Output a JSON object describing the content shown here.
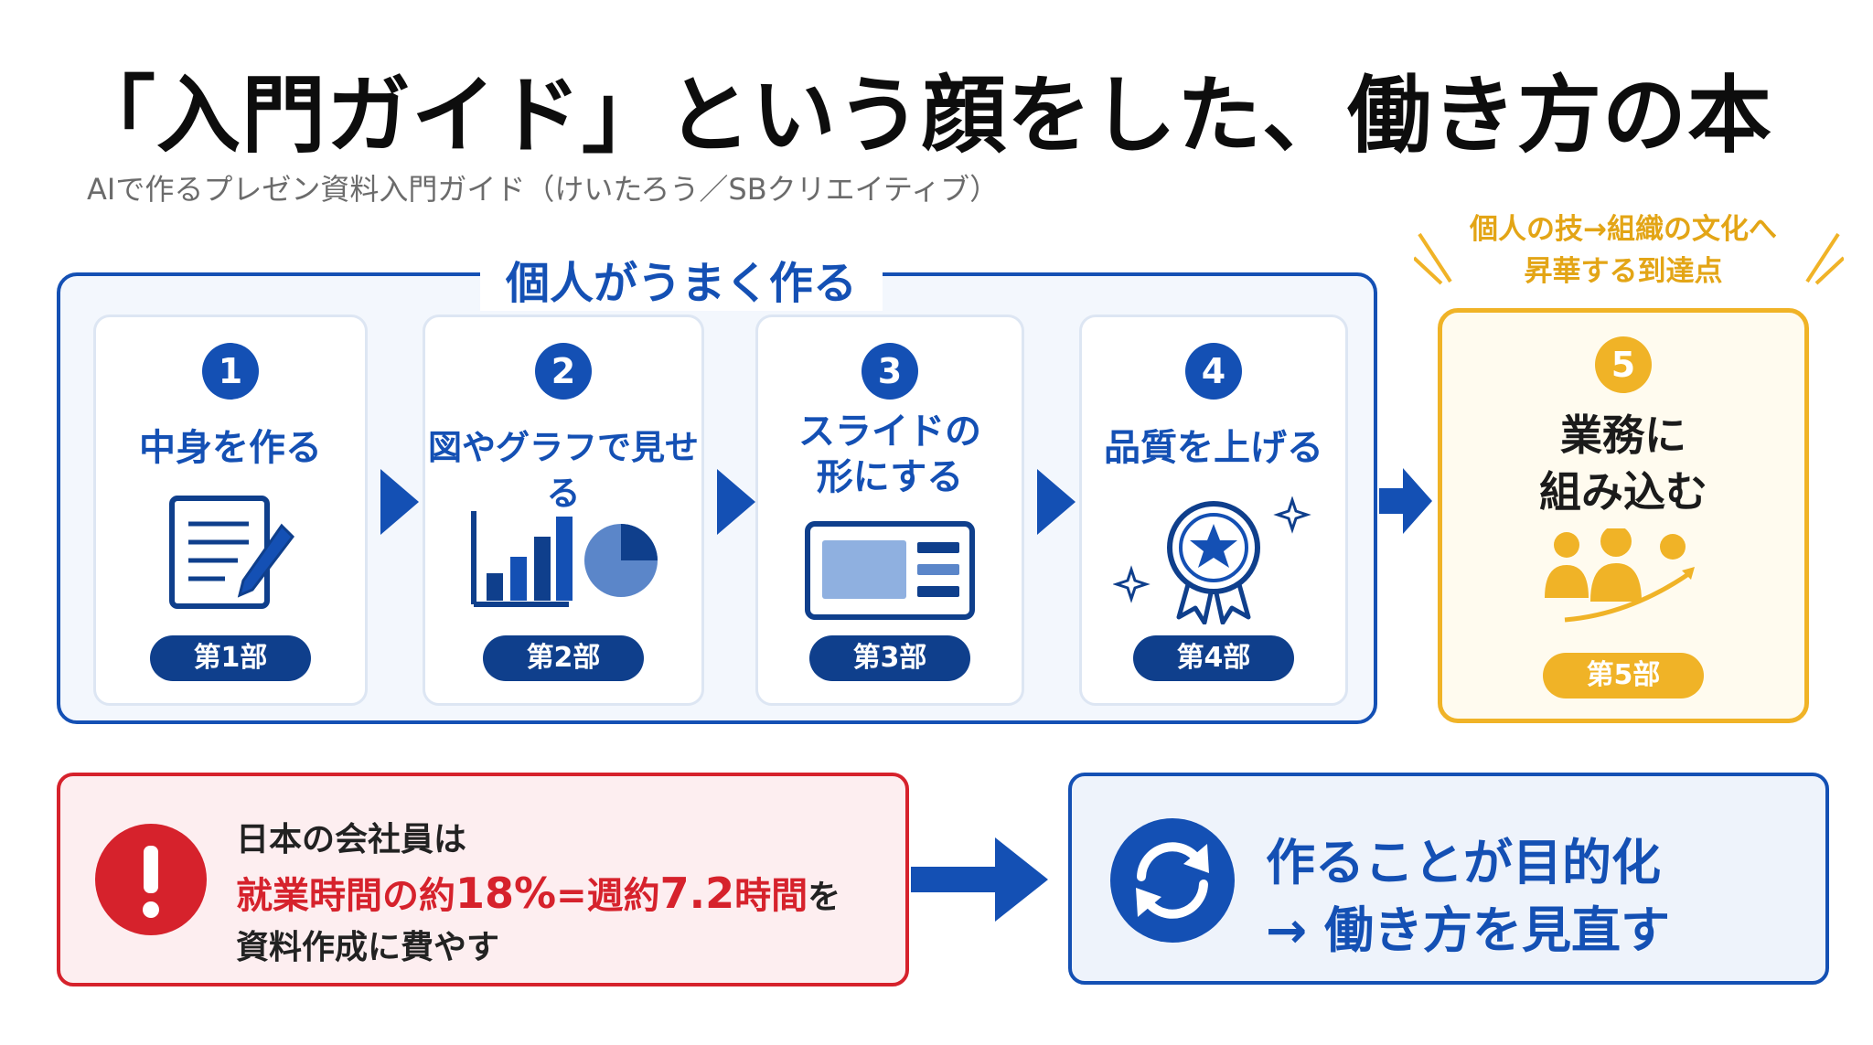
{
  "title": "「入門ガイド」という顔をした、働き方の本",
  "subtitle": "AIで作るプレゼン資料入門ガイド（けいたろう／SBクリエイティブ）",
  "group_label": "個人がうまく作る",
  "steps": [
    {
      "number": "1",
      "title": "中身を作る",
      "icon": "document-pen-icon",
      "badge": "第1部"
    },
    {
      "number": "2",
      "title": "図やグラフで見せる",
      "icon": "bar-pie-chart-icon",
      "badge": "第2部"
    },
    {
      "number": "3",
      "title_line1": "スライドの",
      "title_line2": "形にする",
      "icon": "slide-layout-icon",
      "badge": "第3部"
    },
    {
      "number": "4",
      "title": "品質を上げる",
      "icon": "award-ribbon-icon",
      "badge": "第4部"
    }
  ],
  "goal": {
    "caption_line1": "個人の技→組織の文化へ",
    "caption_line2": "昇華する到達点",
    "number": "5",
    "title_line1": "業務に",
    "title_line2": "組み込む",
    "icon": "team-growth-icon",
    "badge": "第5部"
  },
  "warning": {
    "line1": "日本の会社員は",
    "line2_a": "就業時間の約",
    "line2_b": "18%",
    "line2_c": "=週約",
    "line2_d": "7.2",
    "line2_e": "時間",
    "line2_f": "を",
    "line3": "資料作成に費やす"
  },
  "result": {
    "line1": "作ることが目的化",
    "line2": "→ 働き方を見直す"
  },
  "colors": {
    "blue": "#1450b4",
    "navy": "#0f3f8c",
    "gold": "#f0b327",
    "red": "#d6222c"
  }
}
